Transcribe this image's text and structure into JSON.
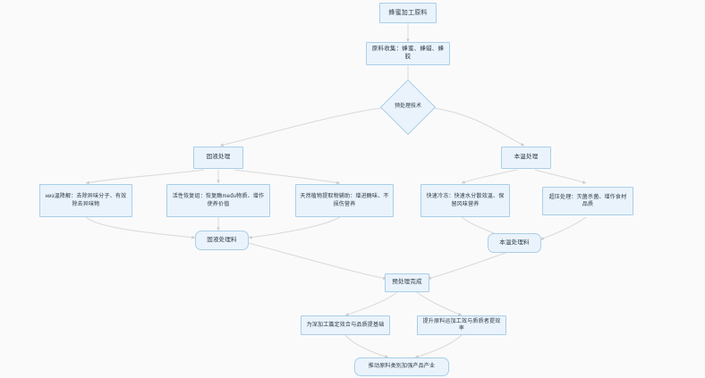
{
  "diagram": {
    "type": "flowchart",
    "direction": "top-down",
    "background_color": "#fbfafb",
    "node_fill_color": "#eaf3fb",
    "node_border_color": "#a8cfe8",
    "edge_color": "#d9d9d9",
    "text_color": "#2b3a44"
  },
  "nodes": {
    "start": {
      "label": "蜂蜜加工原料",
      "shape": "rect"
    },
    "collect": {
      "label": "原料收集：蜂蜜、蜂蜡、蜂胶",
      "shape": "rect"
    },
    "decision": {
      "label": "预处理技术",
      "shape": "diamond"
    },
    "branch_left": {
      "label": "固液处理",
      "shape": "rect"
    },
    "branch_right": {
      "label": "本温处理",
      "shape": "rect"
    },
    "leaf_1": {
      "label": "низ温降解：去除异味分子、有效除去异味物",
      "shape": "rect"
    },
    "leaf_2": {
      "label": "活性恢复组：恢复酶među物质、增作使养价值",
      "shape": "rect"
    },
    "leaf_3": {
      "label": "天然植物提取物辅助：增进酶味、不损伤营养",
      "shape": "rect"
    },
    "leaf_4": {
      "label": "快速冷冻：快速水分散效温、保留风味营养",
      "shape": "rect"
    },
    "leaf_5": {
      "label": "超压处理：灭菌杀菌、增作食材品质",
      "shape": "rect"
    },
    "merge_left": {
      "label": "固液处理料",
      "shape": "round"
    },
    "merge_right": {
      "label": "本温处理料",
      "shape": "round"
    },
    "post": {
      "label": "预处理完成",
      "shape": "rect"
    },
    "out_left": {
      "label": "为深加工篇定效合与品质提基础",
      "shape": "rect"
    },
    "out_right": {
      "label": "提升原料运加工效与质质者提效率",
      "shape": "rect"
    },
    "final": {
      "label": "推动原料类别加强产品产业",
      "shape": "round"
    }
  },
  "edges": [
    {
      "from": "start",
      "to": "collect"
    },
    {
      "from": "collect",
      "to": "decision"
    },
    {
      "from": "decision",
      "to": "branch_left"
    },
    {
      "from": "decision",
      "to": "branch_right"
    },
    {
      "from": "branch_left",
      "to": "leaf_1"
    },
    {
      "from": "branch_left",
      "to": "leaf_2"
    },
    {
      "from": "branch_left",
      "to": "leaf_3"
    },
    {
      "from": "branch_right",
      "to": "leaf_4"
    },
    {
      "from": "branch_right",
      "to": "leaf_5"
    },
    {
      "from": "leaf_1",
      "to": "merge_left"
    },
    {
      "from": "leaf_2",
      "to": "merge_left"
    },
    {
      "from": "leaf_3",
      "to": "merge_left"
    },
    {
      "from": "leaf_4",
      "to": "merge_right"
    },
    {
      "from": "leaf_5",
      "to": "merge_right"
    },
    {
      "from": "merge_left",
      "to": "post"
    },
    {
      "from": "merge_right",
      "to": "post"
    },
    {
      "from": "post",
      "to": "out_left"
    },
    {
      "from": "post",
      "to": "out_right"
    },
    {
      "from": "out_left",
      "to": "final"
    },
    {
      "from": "out_right",
      "to": "final"
    }
  ]
}
